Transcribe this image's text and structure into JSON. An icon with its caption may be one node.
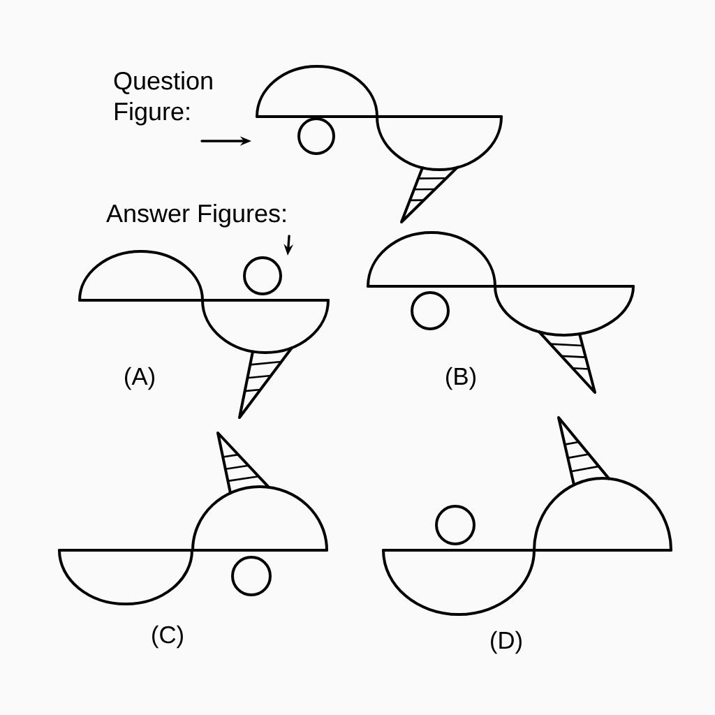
{
  "diagram": {
    "nodes": [
      {
        "text": [
          "Question Figure:"
        ]
      },
      {
        "text": [],
        "shape": "picture"
      },
      {
        "text": [
          "Answer Figures:"
        ]
      },
      {
        "text": [],
        "shape": "picture"
      },
      {
        "text": [],
        "shape": "picture"
      },
      {
        "text": [],
        "shape": "picture"
      },
      {
        "text": [],
        "shape": "picture"
      }
    ],
    "edges": [
      {
        "from": 0,
        "to": 1,
        "arrow": "to"
      },
      {
        "from": 2,
        "to": 3,
        "arrow": "to"
      }
    ],
    "labels": [
      "(A)",
      "(B)",
      "(C)",
      "(D)"
    ]
  }
}
